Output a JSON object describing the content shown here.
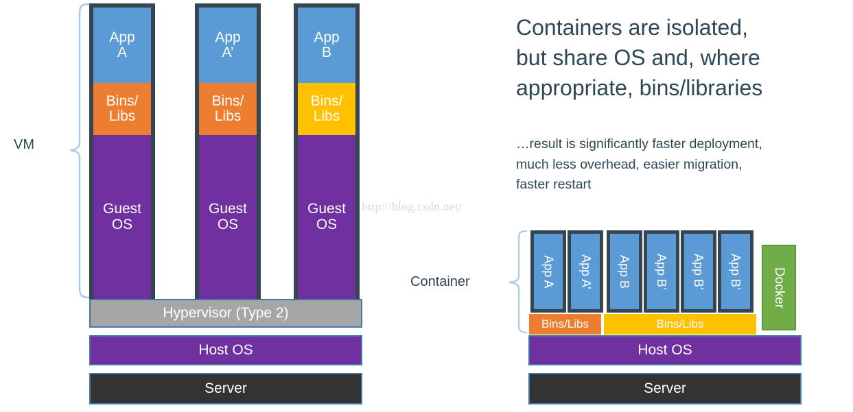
{
  "diagram": {
    "title_text": "Containers are isolated,\nbut share OS and, where\nappropriate, bins/libraries",
    "sub_text": "…result is significantly faster deployment,\nmuch less overhead, easier migration,\nfaster restart",
    "watermark": "http://blog.csdn.net/"
  },
  "vm_section": {
    "label": "VM",
    "columns": [
      {
        "app": "App\nA",
        "bins": "Bins/\nLibs",
        "guest": "Guest\nOS",
        "bins_color": "#ED7D31"
      },
      {
        "app": "App\nA’",
        "bins": "Bins/\nLibs",
        "guest": "Guest\nOS",
        "bins_color": "#ED7D31"
      },
      {
        "app": "App\nB",
        "bins": "Bins/\nLibs",
        "guest": "Guest\nOS",
        "bins_color": "#FFC000"
      }
    ],
    "base_layers": [
      {
        "label": "Hypervisor (Type 2)",
        "color": "#A6A6A6"
      },
      {
        "label": "Host OS",
        "color": "#7030A0"
      },
      {
        "label": "Server",
        "color": "#333333"
      }
    ]
  },
  "container_section": {
    "label": "Container",
    "apps": [
      {
        "label": "App A"
      },
      {
        "label": "App A’"
      },
      {
        "label": "App B"
      },
      {
        "label": "App B’"
      },
      {
        "label": "App B’"
      },
      {
        "label": "App B’"
      }
    ],
    "docker": {
      "label": "Docker",
      "color": "#70AD47"
    },
    "bins_groups": [
      {
        "label": "Bins/Libs",
        "color": "#ED7D31"
      },
      {
        "label": "Bins/Libs",
        "color": "#FFC000"
      }
    ],
    "base_layers": [
      {
        "label": "Host OS",
        "color": "#7030A0"
      },
      {
        "label": "Server",
        "color": "#333333"
      }
    ]
  },
  "colors": {
    "app_blue": "#5B9BD5",
    "bins_orange": "#ED7D31",
    "bins_gold": "#FFC000",
    "os_purple": "#7030A0",
    "server_dark": "#333333",
    "hypervisor_gray": "#A6A6A6",
    "docker_green": "#70AD47",
    "outline_dark": "#36454F",
    "bracket_blue": "#A9CCE8",
    "text_slate": "#2E4756"
  }
}
